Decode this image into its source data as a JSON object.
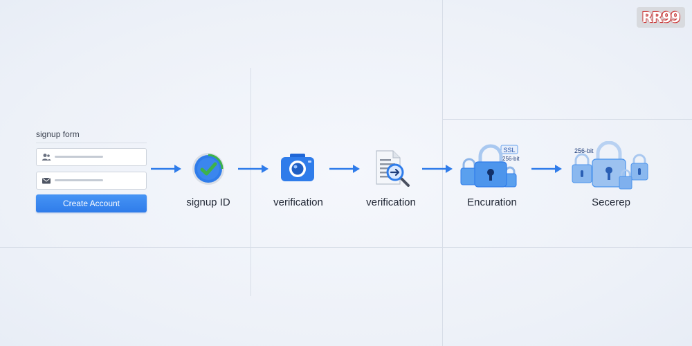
{
  "logo": {
    "text": "RR99"
  },
  "form": {
    "title": "signup form",
    "name_icon": "user-icon",
    "email_icon": "mail-icon",
    "button_label": "Create Account"
  },
  "steps": [
    {
      "label": "signup ID",
      "icon": "check-badge-icon"
    },
    {
      "label": "verification",
      "icon": "camera-icon"
    },
    {
      "label": "verification",
      "icon": "document-search-icon"
    },
    {
      "label": "Encuration",
      "icon": "padlocks-icon",
      "tags": [
        "SSL",
        "256-bit"
      ]
    },
    {
      "label": "Secerep",
      "icon": "padlock-cluster-icon",
      "tags": [
        "256-bit"
      ]
    }
  ],
  "colors": {
    "accent_blue": "#2f7cea",
    "check_green": "#3db24b",
    "lock_blue": "#5aa0ee",
    "background": "#eef2f8"
  }
}
